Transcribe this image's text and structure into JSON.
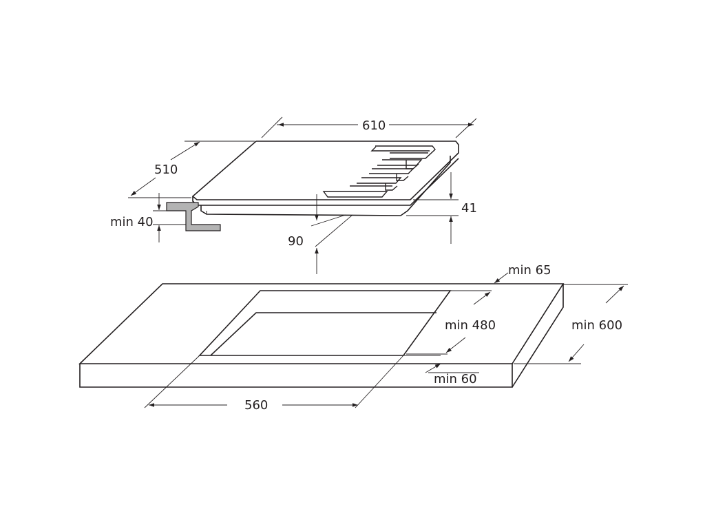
{
  "labels": {
    "hob_width": "610",
    "hob_depth": "510",
    "min_side_clearance": "min 40",
    "hob_height": "41",
    "under_depth": "90",
    "min_back": "min 65",
    "cutout_depth": "min 480",
    "worktop_depth": "min 600",
    "min_front": "min 60",
    "cutout_width": "560"
  },
  "colors": {
    "line": "#231f20",
    "bracket_fill": "#b3b3b3",
    "background": "#ffffff"
  }
}
